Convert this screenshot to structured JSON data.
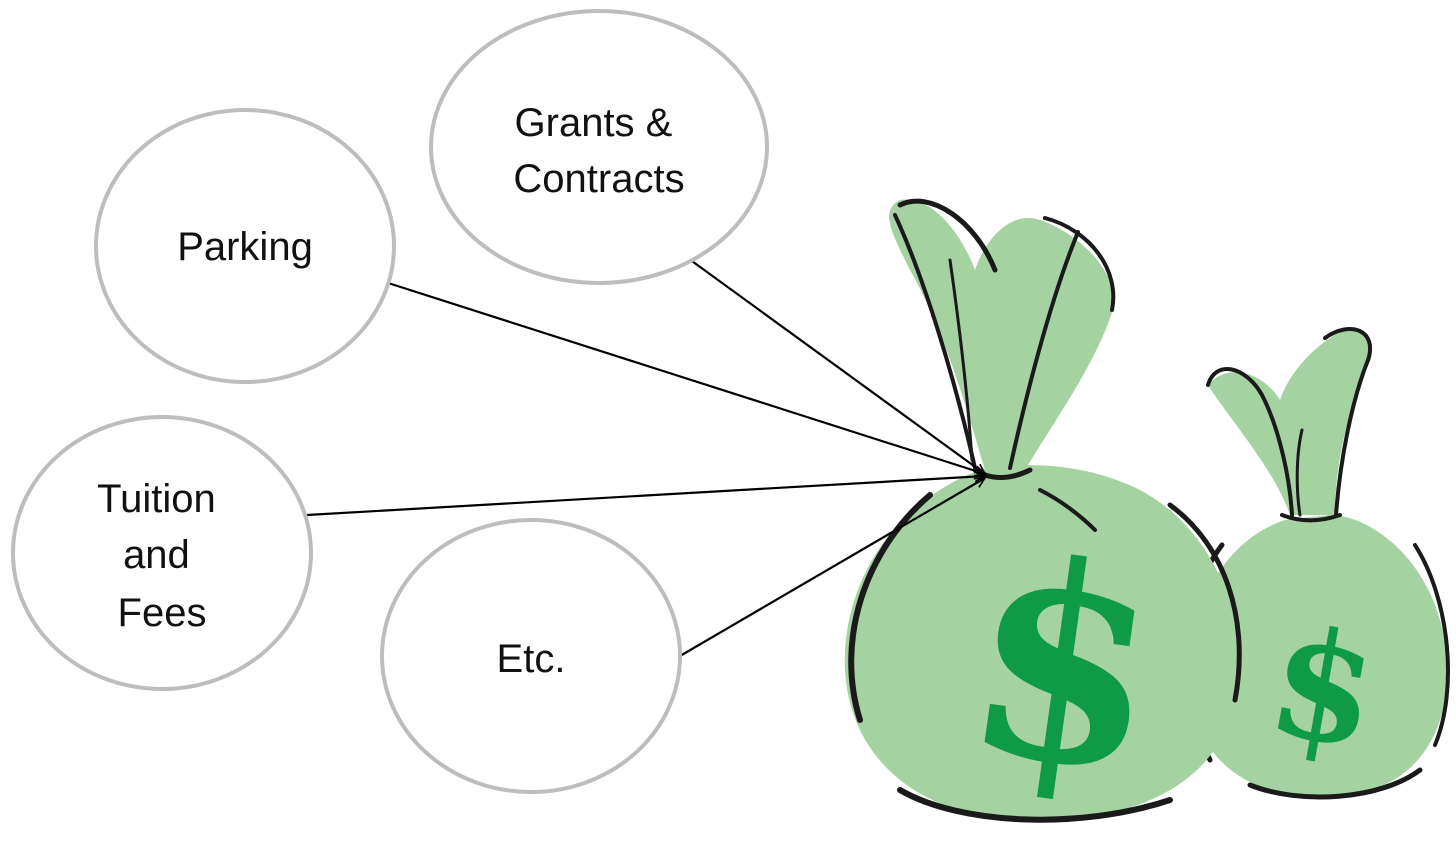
{
  "sources": [
    {
      "id": "grants",
      "lines": [
        "Grants &",
        "Contracts"
      ]
    },
    {
      "id": "parking",
      "lines": [
        "Parking"
      ]
    },
    {
      "id": "tuition",
      "lines": [
        "Tuition",
        "and",
        "Fees"
      ]
    },
    {
      "id": "etc",
      "lines": [
        "Etc."
      ]
    }
  ],
  "illustration": {
    "large_bag_symbol": "$",
    "small_bag_symbol": "$",
    "icon": "money-bags-icon"
  },
  "colors": {
    "bubble_outline": "#bdbdbd",
    "arrow": "#000000",
    "bag_fill": "#a4d3a1",
    "dollar_sign": "#0f9a45"
  }
}
